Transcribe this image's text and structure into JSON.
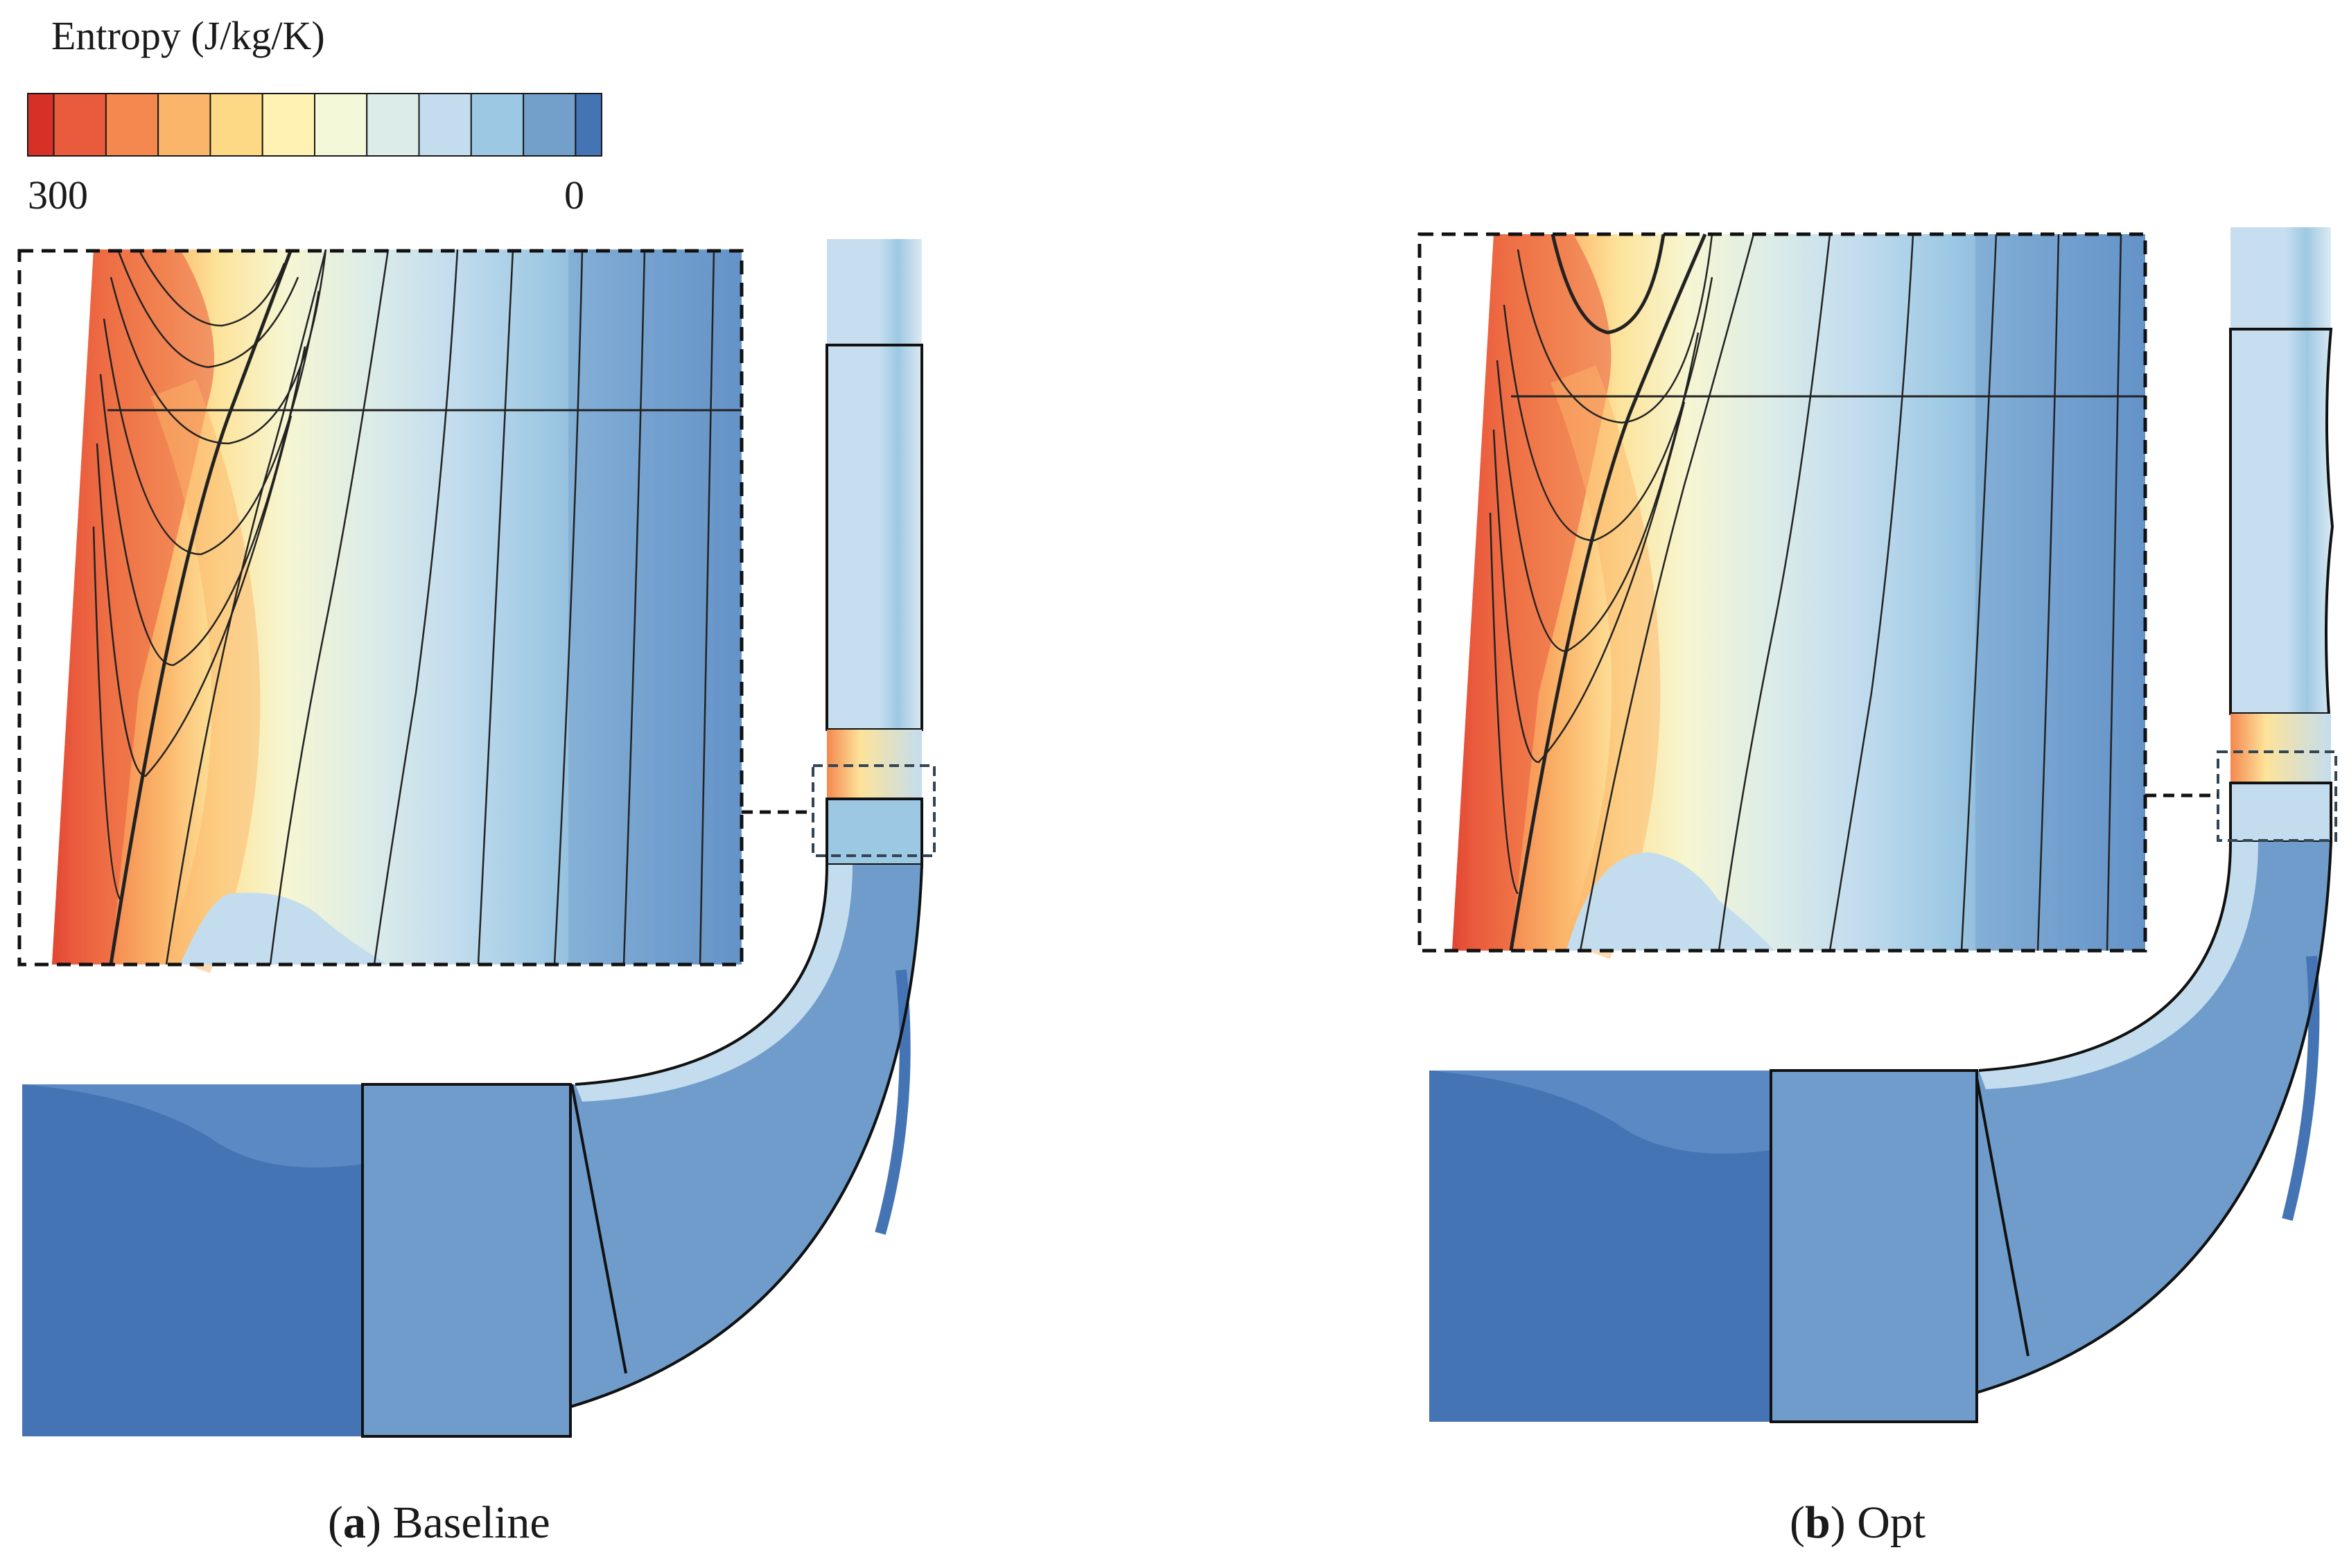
{
  "legend": {
    "title": "Entropy (J/kg/K)",
    "max_label": "300",
    "min_label": "0",
    "colors": [
      "#d73027",
      "#ea5a3d",
      "#f4884f",
      "#fbb56a",
      "#fdd885",
      "#fff2b3",
      "#f3f8d9",
      "#dcece8",
      "#c3ddee",
      "#9dc8e3",
      "#739fcb",
      "#4574b5"
    ]
  },
  "panels": [
    {
      "letter": "a",
      "name": "Baseline"
    },
    {
      "letter": "b",
      "name": "Opt"
    }
  ]
}
